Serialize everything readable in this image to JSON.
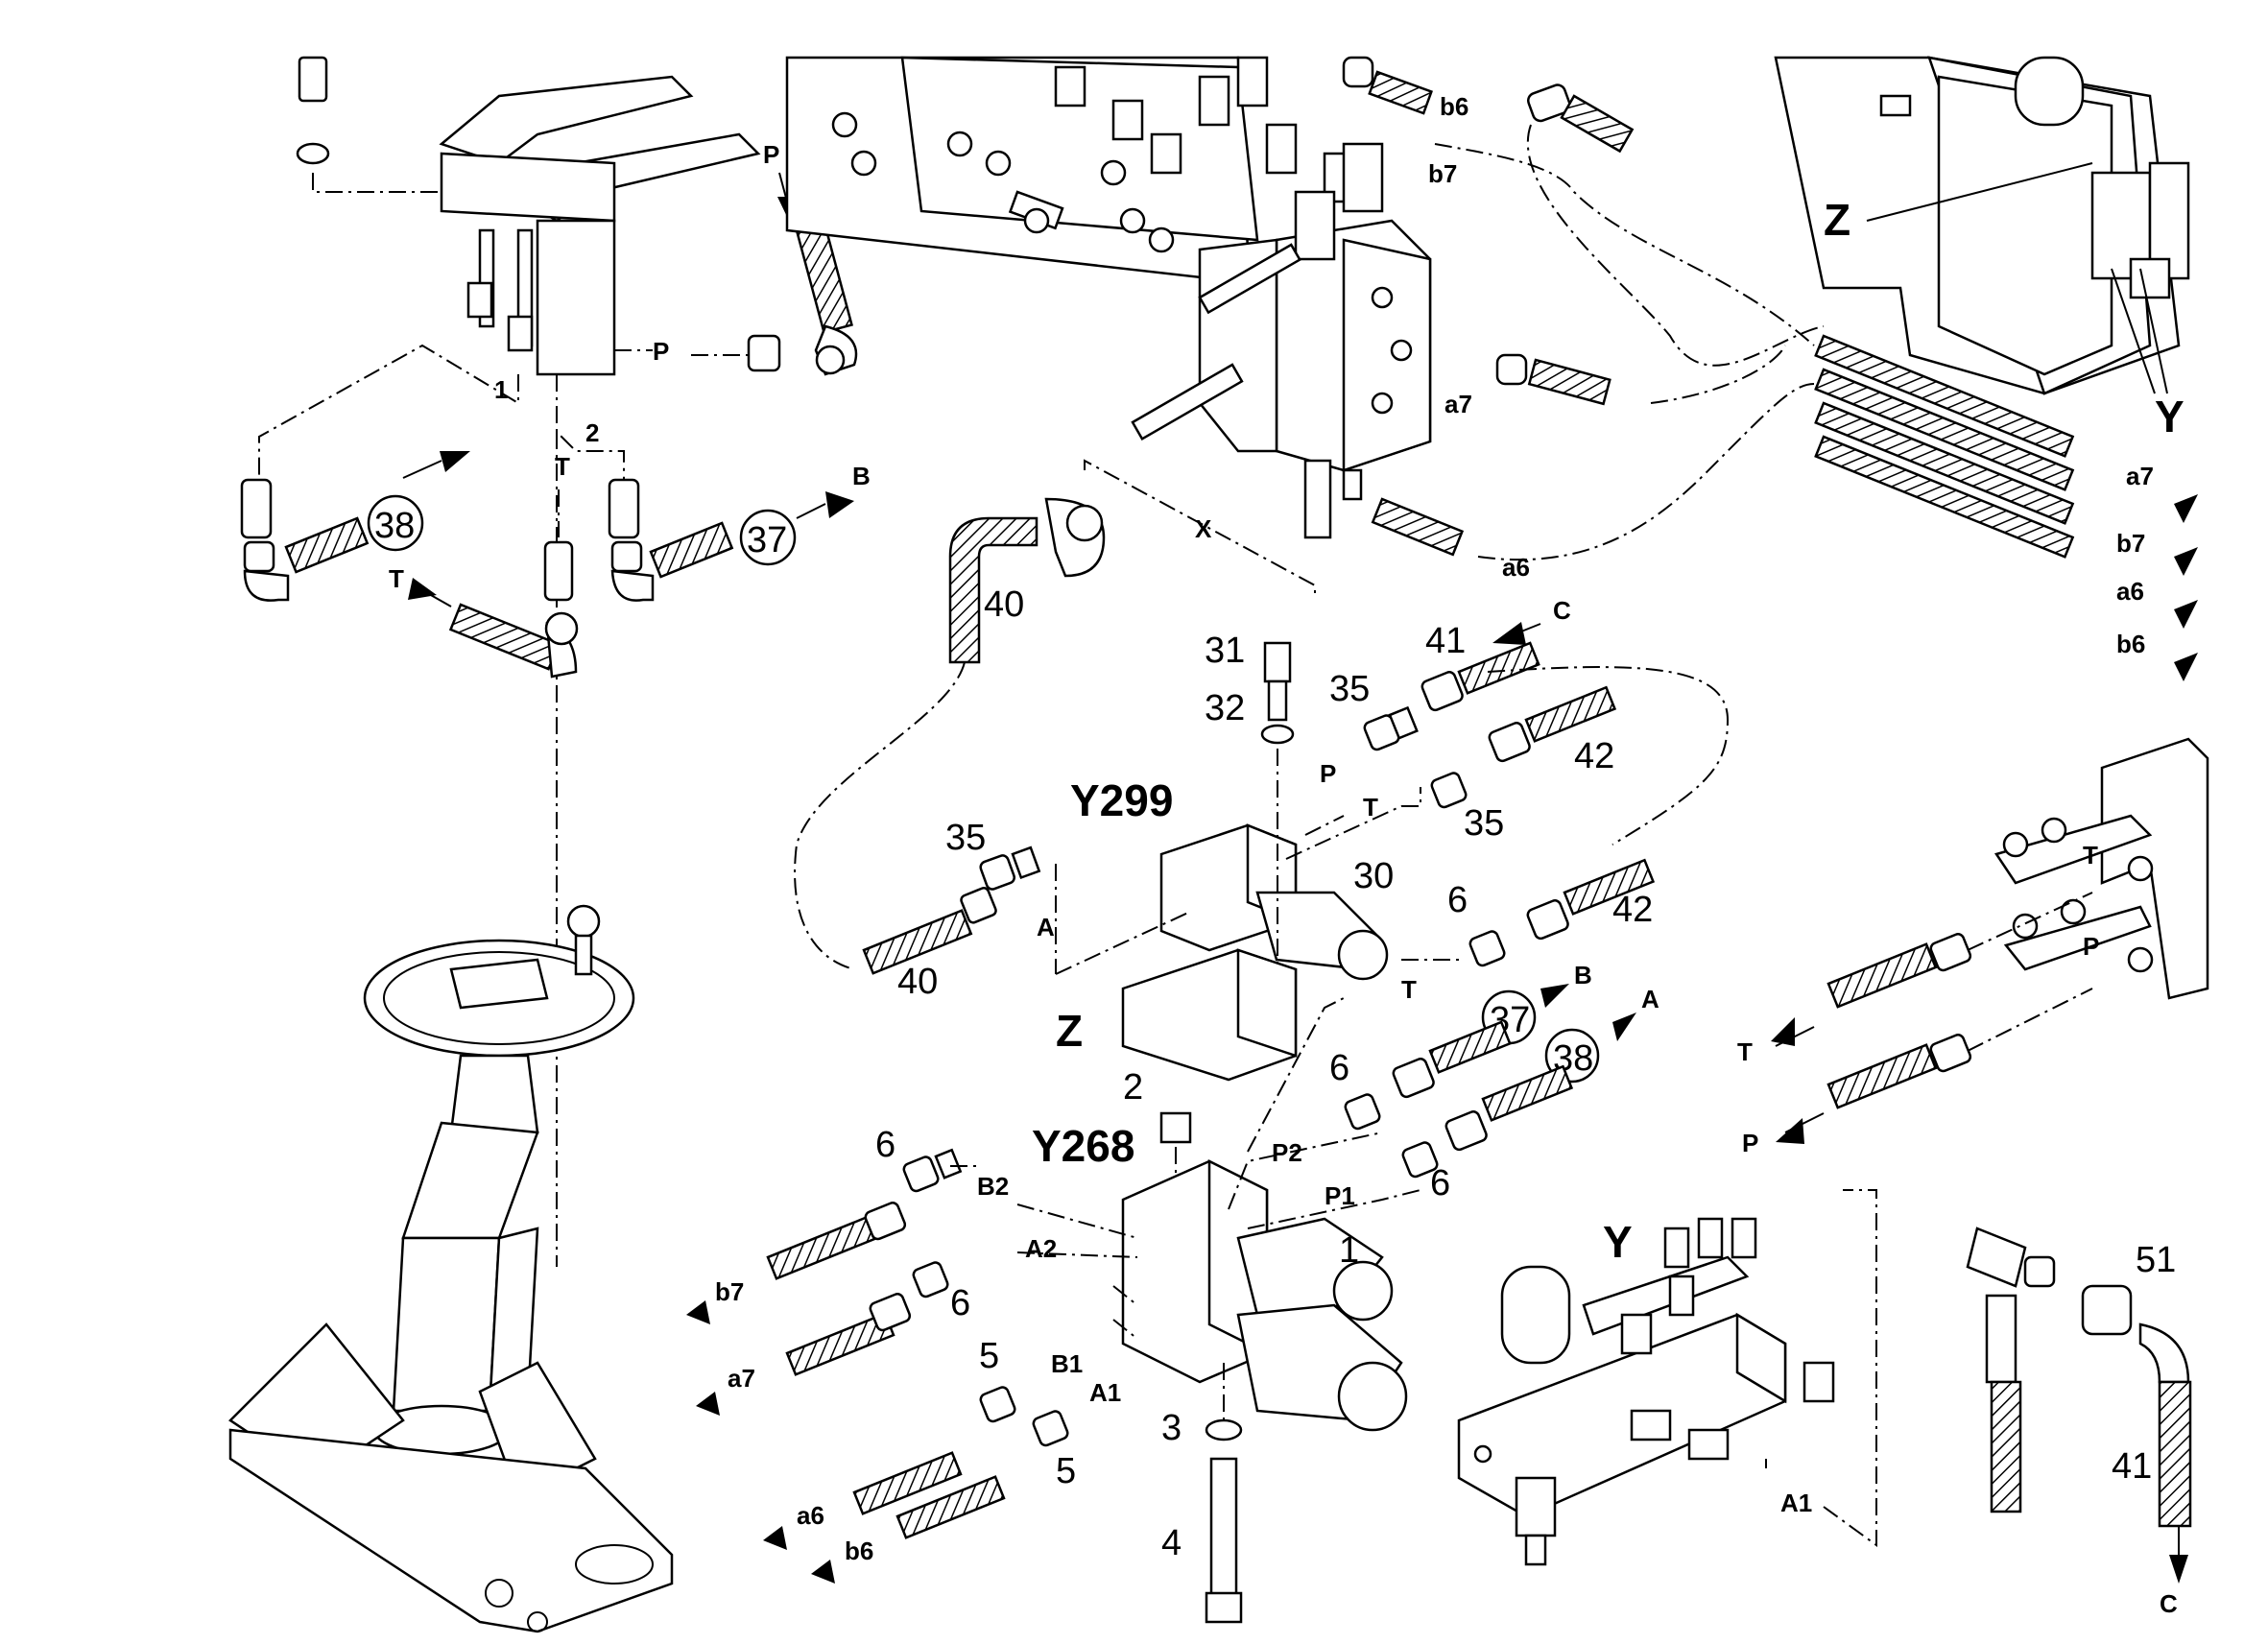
{
  "labels": {
    "Z_top": "Z",
    "Y_top": "Y",
    "Z_mid": "Z",
    "Y_bot": "Y",
    "Y299": "Y299",
    "Y268": "Y268",
    "n38_a": "38",
    "n37_a": "37",
    "n38_b": "38",
    "n37_b": "37",
    "n40_a": "40",
    "n40_b": "40",
    "n41_a": "41",
    "n41_b": "41",
    "n42_a": "42",
    "n42_b": "42",
    "n35_a": "35",
    "n35_b": "35",
    "n35_c": "35",
    "n31": "31",
    "n32": "32",
    "n30": "30",
    "n6_a": "6",
    "n6_b": "6",
    "n6_c": "6",
    "n6_d": "6",
    "n6_e": "6",
    "n2": "2",
    "n1": "1",
    "n5_a": "5",
    "n5_b": "5",
    "n3": "3",
    "n4": "4",
    "n51": "51"
  },
  "ports": {
    "P_pedal": "P",
    "P_hose": "P",
    "one": "1",
    "two": "2",
    "A_top": "A",
    "B_top": "B",
    "T_top": "T",
    "T_low": "T",
    "b6_top": "b6",
    "b7_top": "b7",
    "a7_top": "a7",
    "a6_top": "a6",
    "X": "X",
    "a7_r": "a7",
    "b7_r": "b7",
    "a6_r": "a6",
    "b6_r": "b6",
    "C_top": "C",
    "P_y299": "P",
    "T_y299": "T",
    "A_y299": "A",
    "T_mid": "T",
    "B_mid": "B",
    "A_mid": "A",
    "P2": "P2",
    "P1": "P1",
    "B2": "B2",
    "A2": "A2",
    "B1": "B1",
    "A1": "A1",
    "b7_l": "b7",
    "a7_l": "a7",
    "a6_l": "a6",
    "b6_l": "b6",
    "T_man": "T",
    "P_man": "P",
    "T_arrow": "T",
    "P_arrow": "P",
    "A1_y": "A1",
    "C_bot": "C"
  }
}
